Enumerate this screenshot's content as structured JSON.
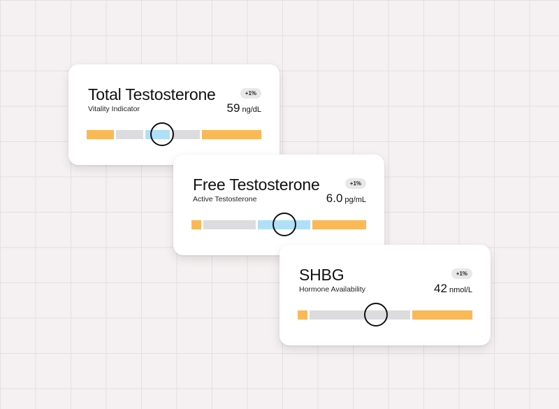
{
  "colors": {
    "orange": "#fbb857",
    "gray": "#dcdbdd",
    "blue": "#b0dff8",
    "marker": "#111111",
    "badge_bg": "#e9e7e8"
  },
  "cards": [
    {
      "title": "Total Testosterone",
      "subtitle": "Vitality Indicator",
      "badge": "+1%",
      "value": "59",
      "unit": "ng/dL",
      "segments": [
        {
          "fraction": 0.167,
          "color": "orange"
        },
        {
          "fraction": 0.17,
          "color": "gray"
        },
        {
          "fraction": 0.152,
          "color": "blue"
        },
        {
          "fraction": 0.17,
          "color": "gray"
        },
        {
          "fraction": 0.341,
          "color": "orange"
        }
      ],
      "marker_fraction": 0.432
    },
    {
      "title": "Free Testosterone",
      "subtitle": "Active Testosterone",
      "badge": "+1%",
      "value": "6.0",
      "unit": "pg/mL",
      "segments": [
        {
          "fraction": 0.066,
          "color": "orange"
        },
        {
          "fraction": 0.314,
          "color": "gray"
        },
        {
          "fraction": 0.312,
          "color": "blue"
        },
        {
          "fraction": 0.308,
          "color": "orange"
        }
      ],
      "marker_fraction": 0.533
    },
    {
      "title": "SHBG",
      "subtitle": "Hormone Availability",
      "badge": "+1%",
      "value": "42",
      "unit": "nmol/L",
      "segments": [
        {
          "fraction": 0.066,
          "color": "orange"
        },
        {
          "fraction": 0.588,
          "color": "gray"
        },
        {
          "fraction": 0.346,
          "color": "orange"
        }
      ],
      "marker_fraction": 0.449
    }
  ]
}
